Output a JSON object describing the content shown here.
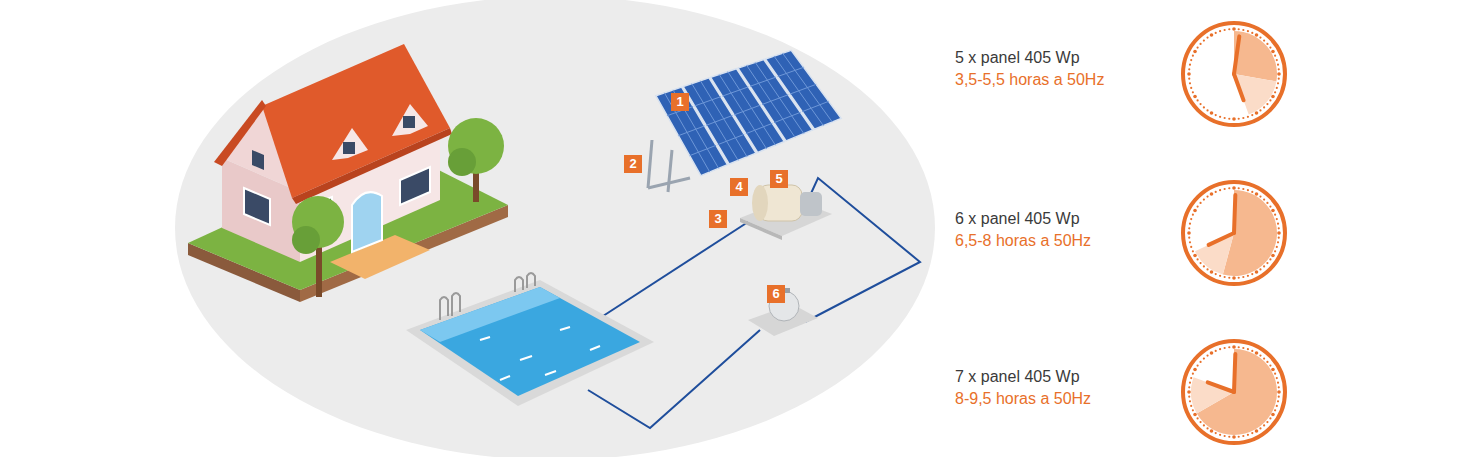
{
  "diagram": {
    "labels": [
      "1",
      "2",
      "3",
      "4",
      "5",
      "6",
      "5 x panel 405 Wp",
      "3,5-5,5 horas a 50Hz",
      "6 x panel 405 Wp",
      "6,5-8 horas a 50Hz",
      "7 x panel 405 Wp",
      "8-9,5 horas a 50Hz"
    ]
  }
}
